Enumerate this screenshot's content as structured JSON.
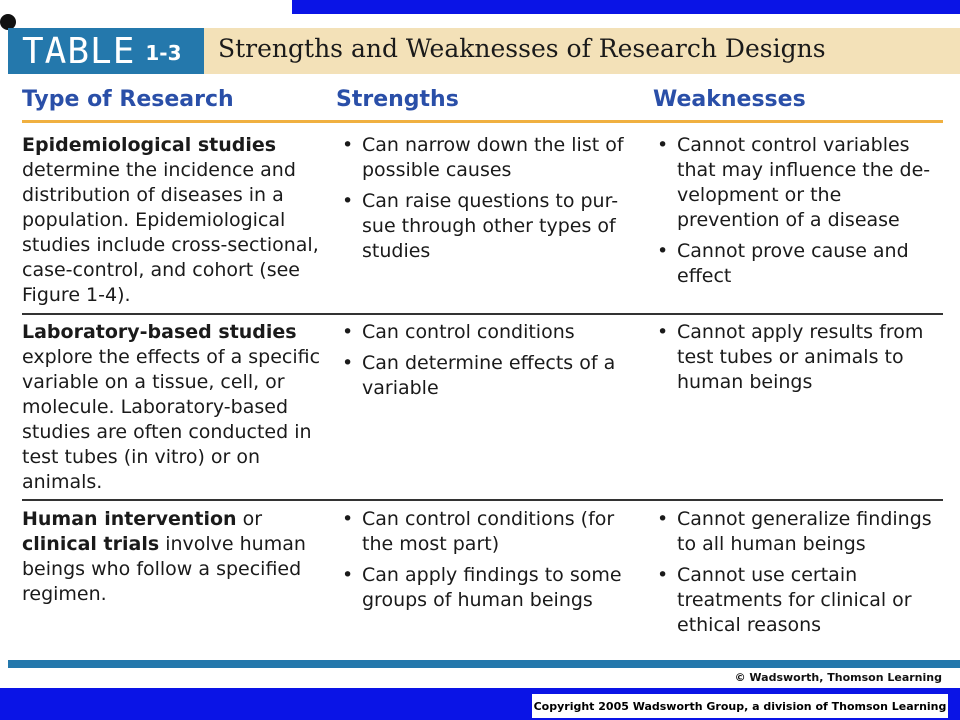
{
  "slide": {
    "table_tag": "TABLE",
    "table_number": "1-3",
    "title": "Strengths and Weaknesses of Research Designs"
  },
  "columns": [
    "Type of Research",
    "Strengths",
    "Weaknesses"
  ],
  "rows": [
    {
      "type_bold": "Epidemiological studies",
      "type_rest": "determine the incidence and distribution of diseases in a population. Epidemiological studies include cross-sectional, case-control, and cohort (see Figure 1-4).",
      "strengths": [
        "Can narrow down the list of possible causes",
        "Can raise questions to pur-sue through other types of studies"
      ],
      "weaknesses": [
        "Cannot control variables that may influence the de-velopment or the prevention of a disease",
        "Cannot prove cause and effect"
      ]
    },
    {
      "type_bold": "Laboratory-based studies",
      "type_rest": "explore the effects of a specific variable on a tissue, cell, or molecule. Laboratory-based studies are often conducted in test tubes (in vitro) or on animals.",
      "strengths": [
        "Can control conditions",
        "Can determine effects of a variable"
      ],
      "weaknesses": [
        "Cannot apply results from test tubes or animals to human beings"
      ]
    },
    {
      "type_bold": "Human intervention",
      "type_mid": "or",
      "type_bold2": "clinical trials",
      "type_rest": "involve human beings who follow a specified regimen.",
      "strengths": [
        "Can control conditions (for the most part)",
        "Can apply findings to some groups of human beings"
      ],
      "weaknesses": [
        "Cannot generalize findings to all human beings",
        "Cannot use certain treatments for clinical or ethical reasons"
      ]
    }
  ],
  "credit": "© Wadsworth, Thomson Learning",
  "copyright": "Copyright 2005 Wadsworth Group, a division of Thomson Learning",
  "colors": {
    "brand_blue": "#0a14e6",
    "header_blue": "#2478ac",
    "heading_blue": "#2a4fa8",
    "accent_orange": "#f0b040",
    "band_tan": "#f3e1b8"
  }
}
